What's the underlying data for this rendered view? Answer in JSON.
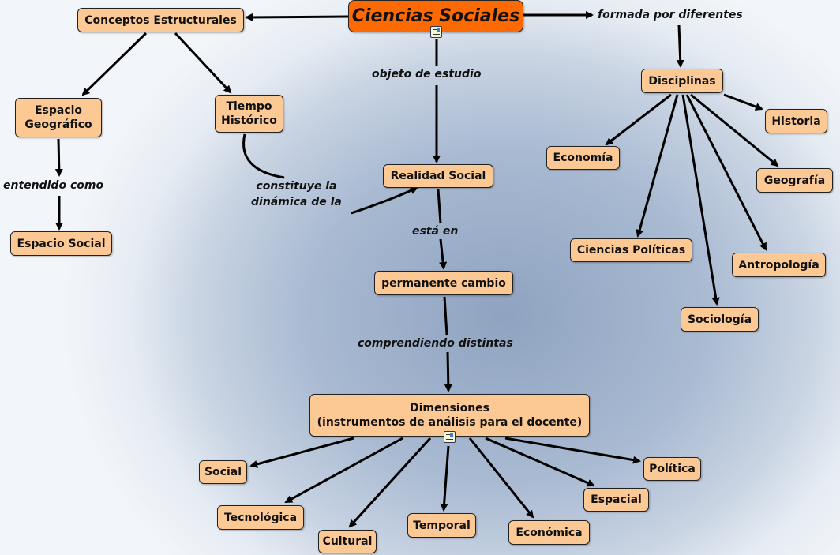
{
  "root": "Ciencias Sociales",
  "nodes": {
    "conceptos": "Conceptos Estructurales",
    "espacio_geo": "Espacio Geográfico",
    "tiempo": "Tiempo Histórico",
    "espacio_social": "Espacio Social",
    "realidad": "Realidad Social",
    "cambio": "permanente cambio",
    "dimensiones_1": "Dimensiones",
    "dimensiones_2": "(instrumentos de análisis para el docente)",
    "disciplinas": "Disciplinas",
    "historia": "Historia",
    "economia": "Economía",
    "geografia": "Geografía",
    "ciencias_politicas": "Ciencias Políticas",
    "antropologia": "Antropología",
    "sociologia": "Sociología",
    "social": "Social",
    "tecnologica": "Tecnológica",
    "cultural": "Cultural",
    "temporal": "Temporal",
    "economica": "Económica",
    "espacial": "Espacial",
    "politica": "Política"
  },
  "links": {
    "formada": "formada por diferentes",
    "objeto": "objeto de estudio",
    "entendido": "entendido como",
    "constituye_1": "constituye la",
    "constituye_2": "dinámica de la",
    "esta_en": "está en",
    "comprendiendo": "comprendiendo distintas"
  }
}
